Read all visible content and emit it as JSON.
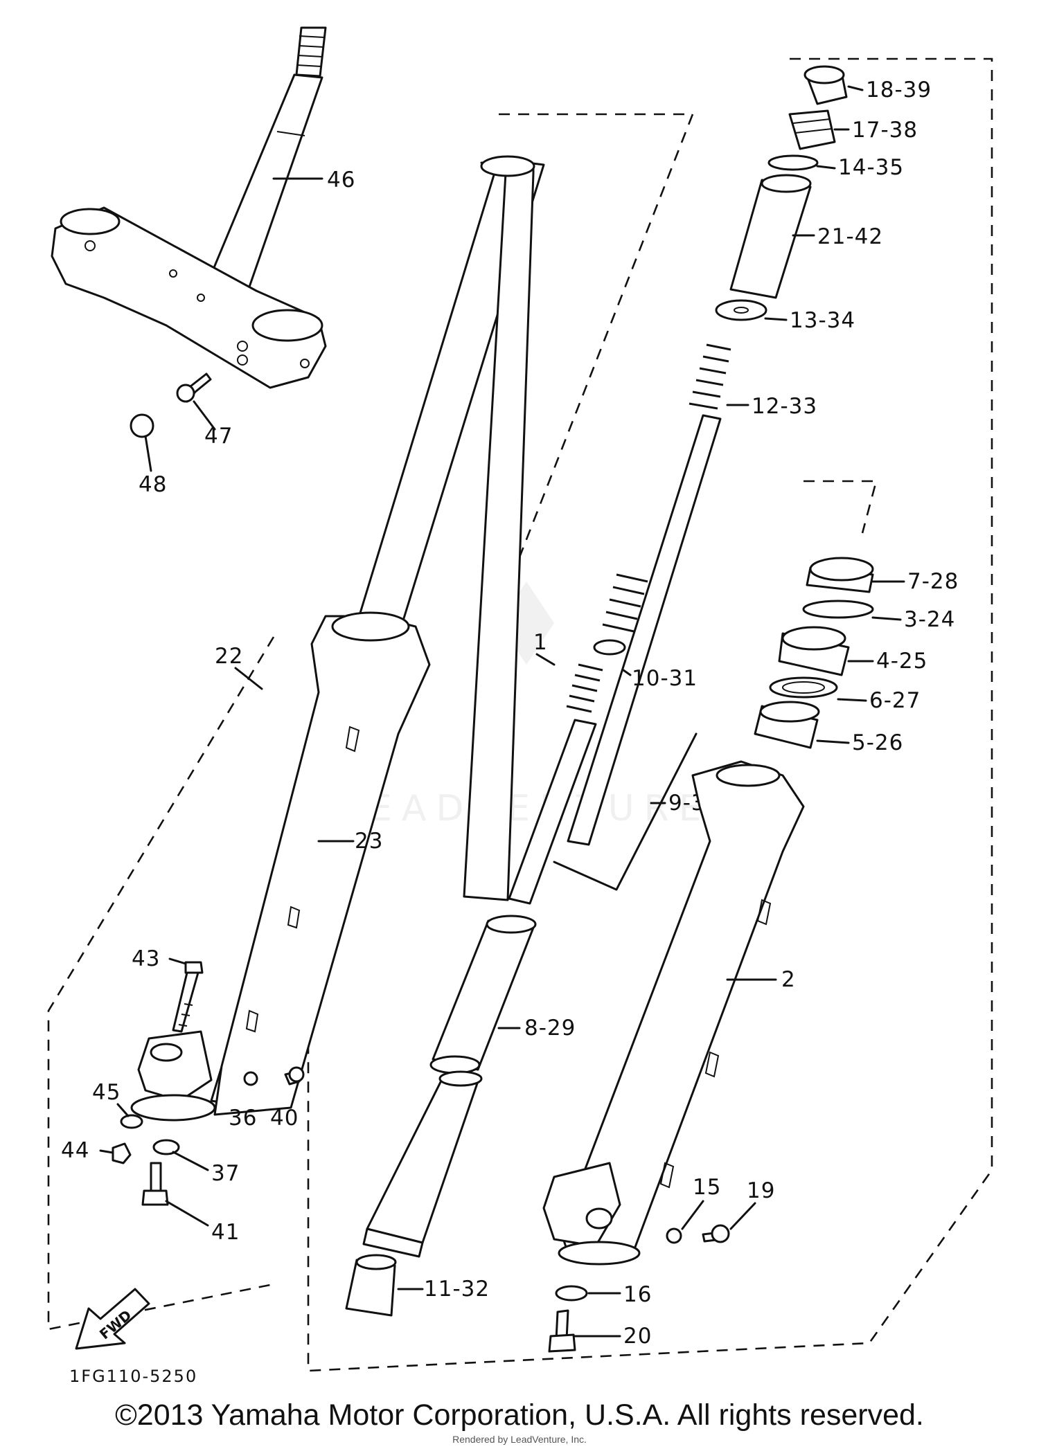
{
  "labels": {
    "l46": "46",
    "l47": "47",
    "l48": "48",
    "l22": "22",
    "l23": "23",
    "l43": "43",
    "l45": "45",
    "l44": "44",
    "l36": "36",
    "l40": "40",
    "l37": "37",
    "l41": "41",
    "l1": "1",
    "l8_29": "8-29",
    "l11_32": "11-32",
    "l18_39": "18-39",
    "l17_38": "17-38",
    "l14_35": "14-35",
    "l21_42": "21-42",
    "l13_34": "13-34",
    "l12_33": "12-33",
    "l10_31": "10-31",
    "l9_30": "9-30",
    "l7_28": "7-28",
    "l3_24": "3-24",
    "l4_25": "4-25",
    "l6_27": "6-27",
    "l5_26": "5-26",
    "l2": "2",
    "l15": "15",
    "l19": "19",
    "l16": "16",
    "l20": "20"
  },
  "fwd": "FWD",
  "diagram_code": "1FG110-5250",
  "watermark": "LEADVENTURE",
  "copyright": "©2013 Yamaha Motor Corporation, U.S.A. All rights reserved.",
  "rendered_by": "Rendered by LeadVenture, Inc."
}
